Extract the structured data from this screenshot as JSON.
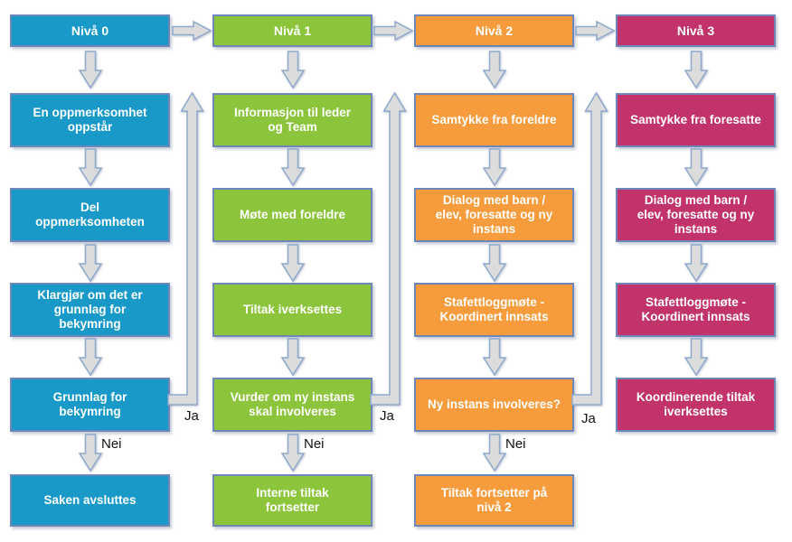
{
  "labels": {
    "yes": "Ja",
    "no": "Nei"
  },
  "colors": {
    "level0_blue": "#1899C7",
    "level1_green": "#8CC43C",
    "level2_orange": "#F79C3D",
    "level3_magenta": "#C1336A",
    "box_border": "#6E87B8",
    "arrow_fill": "#DCDCDC",
    "arrow_border": "#8FA9CE",
    "box_text": "#FFFFFF",
    "label_text": "#111111",
    "background": "#FFFFFF"
  },
  "columns": [
    {
      "header": "Nivå 0",
      "boxes": [
        "En oppmerksomhet\noppstår",
        "Del\noppmerksomheten",
        "Klargjør om det er\ngrunnlag for\nbekymring",
        "Grunnlag for\nbekymring",
        "Saken avsluttes"
      ]
    },
    {
      "header": "Nivå 1",
      "boxes": [
        "Informasjon til leder\nog Team",
        "Møte med foreldre",
        "Tiltak iverksettes",
        "Vurder om ny instans\nskal involveres",
        "Interne tiltak\nfortsetter"
      ]
    },
    {
      "header": "Nivå 2",
      "boxes": [
        "Samtykke fra foreldre",
        "Dialog med barn /\nelev, foresatte og ny\ninstans",
        "Stafettloggmøte -\nKoordinert innsats",
        "Ny instans involveres?",
        "Tiltak fortsetter på\nnivå 2"
      ]
    },
    {
      "header": "Nivå 3",
      "boxes": [
        "Samtykke fra foresatte",
        "Dialog med barn /\nelev, foresatte og ny\ninstans",
        "Stafettloggmøte -\nKoordinert innsats",
        "Koordinerende tiltak\niverksettes"
      ]
    }
  ]
}
